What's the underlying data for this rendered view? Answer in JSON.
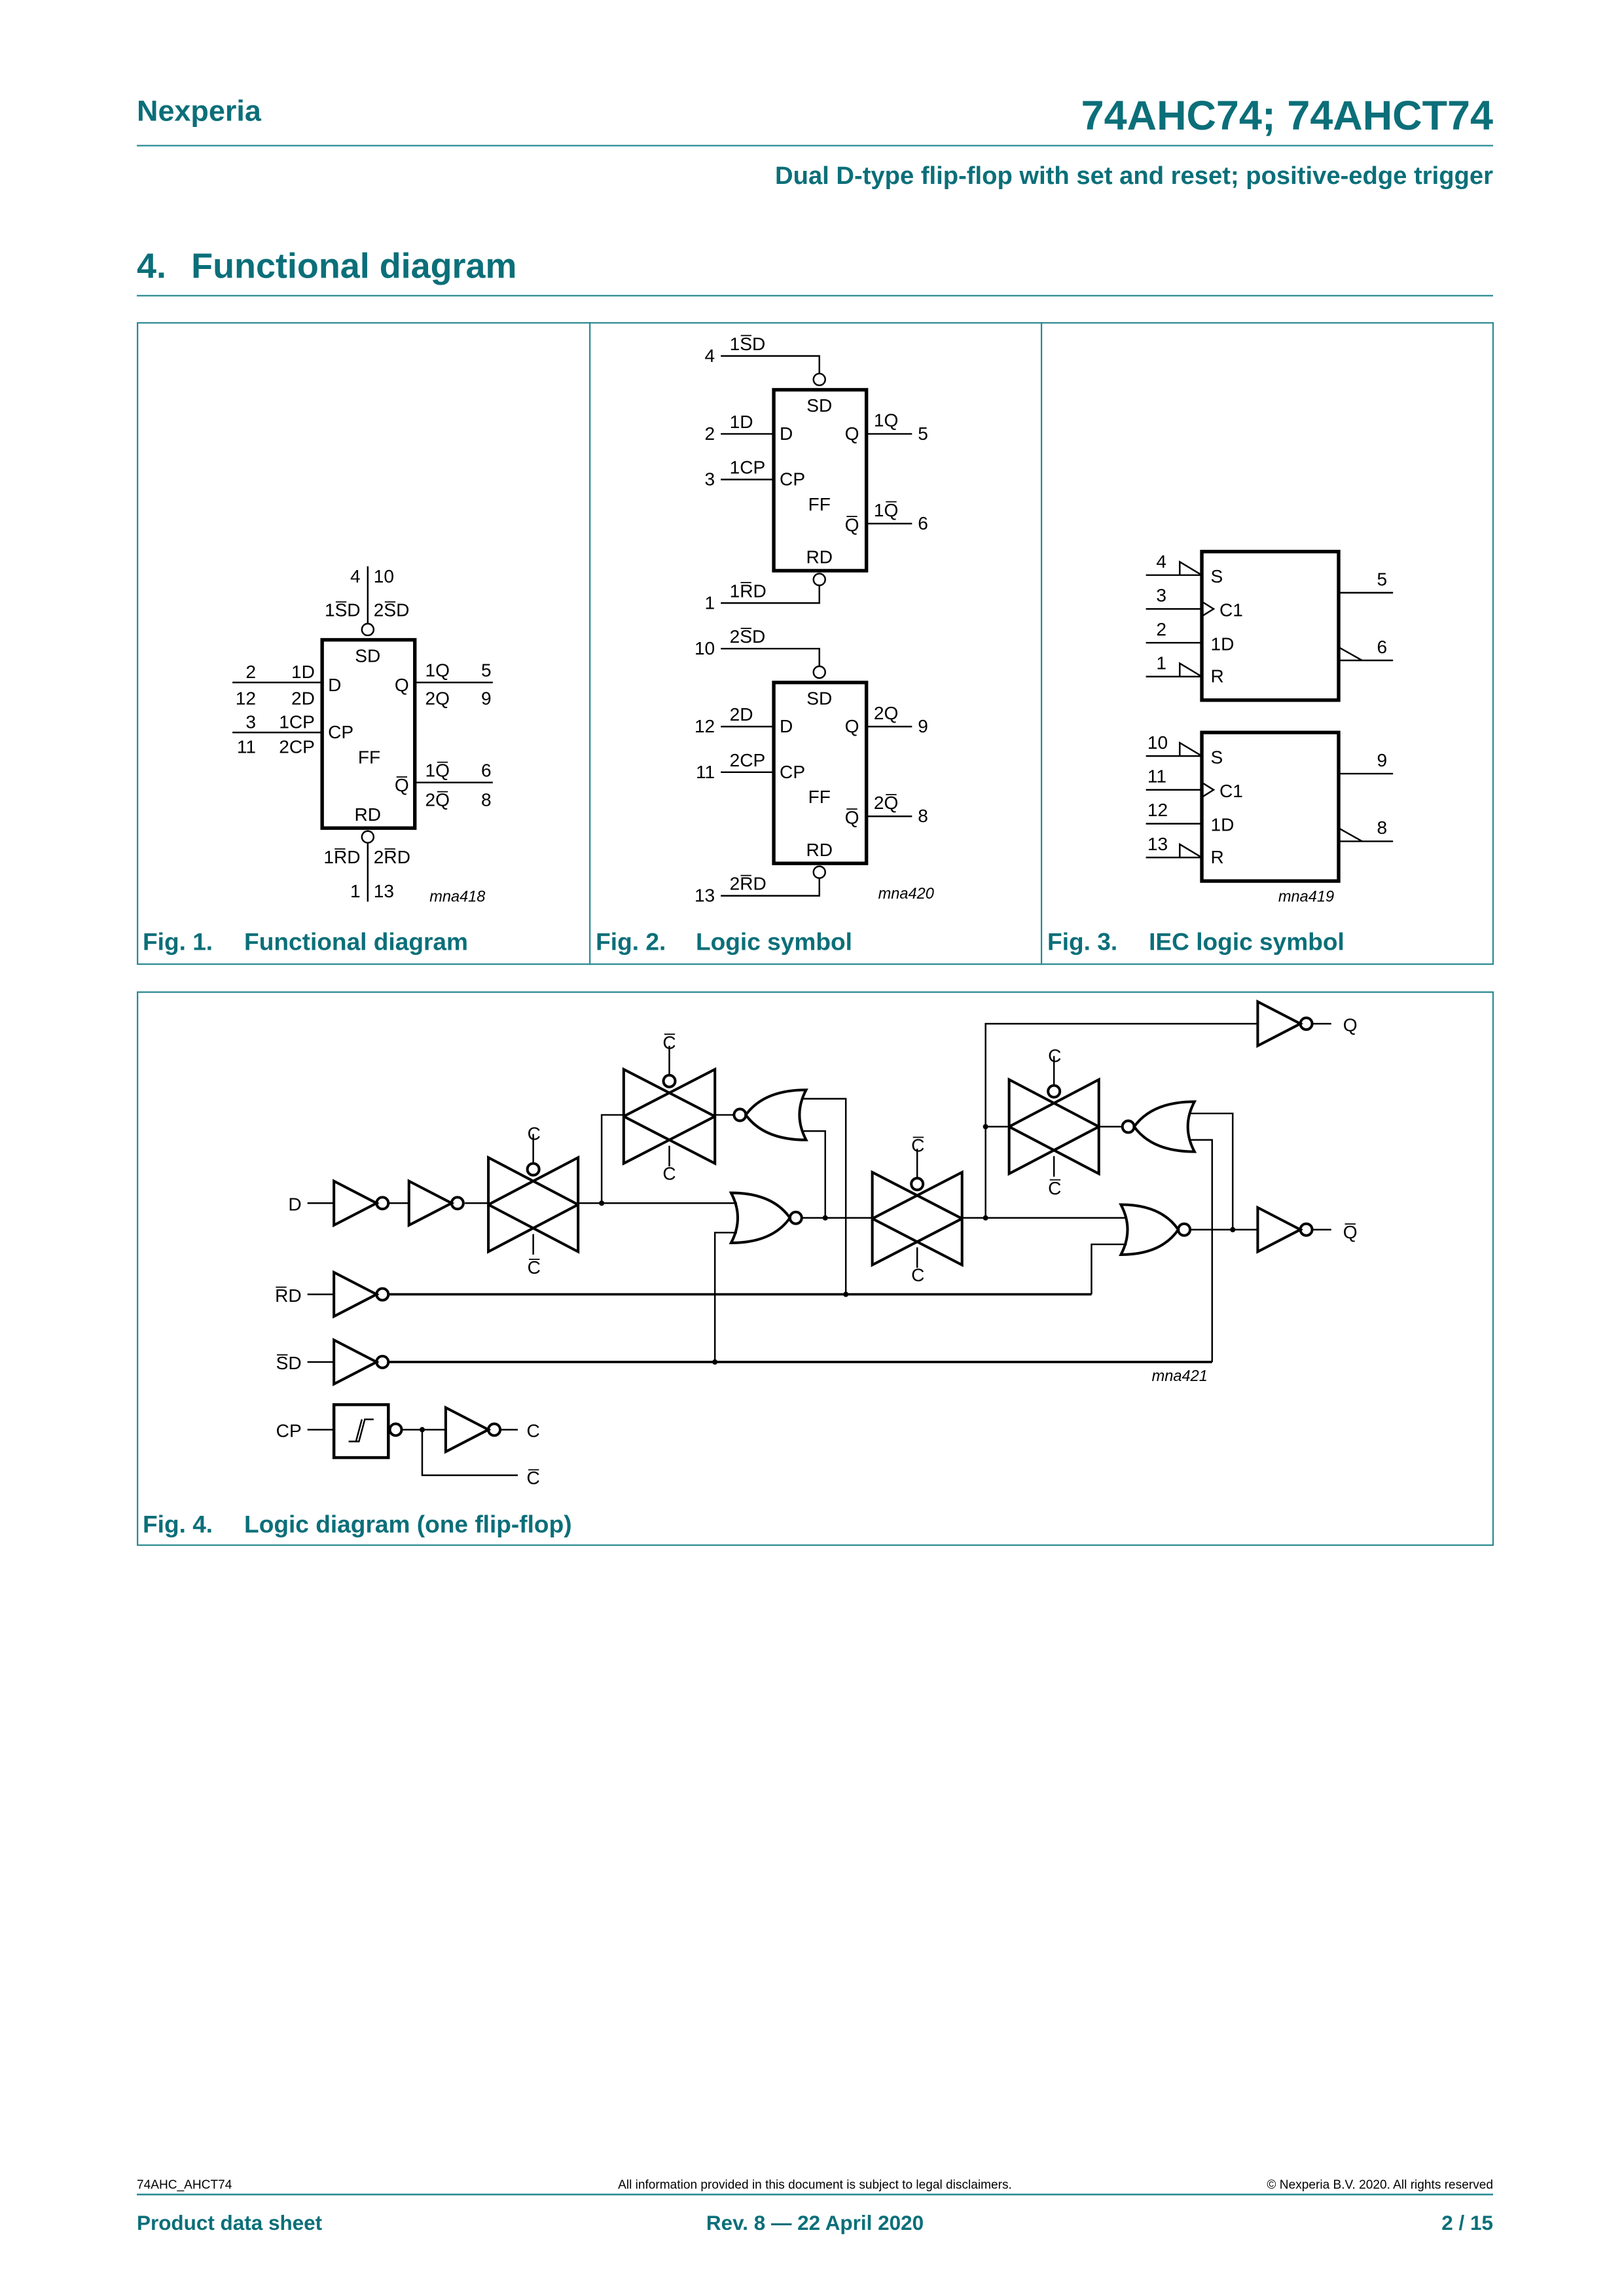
{
  "header": {
    "company": "Nexperia",
    "part_number": "74AHC74; 74AHCT74",
    "subtitle": "Dual D-type flip-flop with set and reset; positive-edge trigger"
  },
  "section": {
    "number": "4.",
    "title": "Functional diagram"
  },
  "fig1": {
    "caption_num": "Fig. 1.",
    "caption": "Functional diagram",
    "ref": "mna418",
    "top_pins": [
      "4",
      "10"
    ],
    "top_labels": [
      "1S̅D",
      "2S̅D"
    ],
    "bottom_pins": [
      "1",
      "13"
    ],
    "bottom_labels": [
      "1R̅D",
      "2R̅D"
    ],
    "inner": {
      "sd": "SD",
      "d": "D",
      "cp": "CP",
      "q": "Q",
      "ff": "FF",
      "qbar": "Q̅",
      "rd": "RD"
    },
    "left": [
      {
        "pin": "2",
        "label": "1D"
      },
      {
        "pin": "12",
        "label": "2D"
      },
      {
        "pin": "3",
        "label": "1CP"
      },
      {
        "pin": "11",
        "label": "2CP"
      }
    ],
    "right": [
      {
        "pin": "5",
        "label": "1Q"
      },
      {
        "pin": "9",
        "label": "2Q"
      },
      {
        "pin": "6",
        "label": "1Q̅"
      },
      {
        "pin": "8",
        "label": "2Q̅"
      }
    ]
  },
  "fig2": {
    "caption_num": "Fig. 2.",
    "caption": "Logic symbol",
    "ref": "mna420",
    "flipflops": [
      {
        "sd_pin": "4",
        "sd": "1S̅D",
        "d_pin": "2",
        "d": "1D",
        "cp_pin": "3",
        "cp": "1CP",
        "q_pin": "5",
        "q": "1Q",
        "qbar_pin": "6",
        "qbar": "1Q̅",
        "rd_pin": "1",
        "rd": "1R̅D"
      },
      {
        "sd_pin": "10",
        "sd": "2S̅D",
        "d_pin": "12",
        "d": "2D",
        "cp_pin": "11",
        "cp": "2CP",
        "q_pin": "9",
        "q": "2Q",
        "qbar_pin": "8",
        "qbar": "2Q̅",
        "rd_pin": "13",
        "rd": "2R̅D"
      }
    ],
    "inner": {
      "sd": "SD",
      "d": "D",
      "cp": "CP",
      "q": "Q",
      "ff": "FF",
      "qbar": "Q̅",
      "rd": "RD"
    }
  },
  "fig3": {
    "caption_num": "Fig. 3.",
    "caption": "IEC logic symbol",
    "ref": "mna419",
    "inner": {
      "s": "S",
      "c1": "C1",
      "d": "1D",
      "r": "R"
    },
    "blocks": [
      {
        "s_pin": "4",
        "c_pin": "3",
        "d_pin": "2",
        "r_pin": "1",
        "q_pin": "5",
        "qbar_pin": "6"
      },
      {
        "s_pin": "10",
        "c_pin": "11",
        "d_pin": "12",
        "r_pin": "13",
        "q_pin": "9",
        "qbar_pin": "8"
      }
    ]
  },
  "fig4": {
    "caption_num": "Fig. 4.",
    "caption": "Logic diagram (one flip-flop)",
    "ref": "mna421",
    "inputs": {
      "d": "D",
      "rd": "R̅D",
      "sd": "S̅D",
      "cp": "CP"
    },
    "outputs": {
      "q": "Q",
      "qbar": "Q̅"
    },
    "clock": {
      "c": "C",
      "cbar": "C̅"
    }
  },
  "footer": {
    "doc_id": "74AHC_AHCT74",
    "disclaimer": "All information provided in this document is subject to legal disclaimers.",
    "copyright": "© Nexperia B.V. 2020. All rights reserved",
    "doc_type": "Product data sheet",
    "revision": "Rev. 8 — 22 April 2020",
    "page": "2 / 15"
  }
}
